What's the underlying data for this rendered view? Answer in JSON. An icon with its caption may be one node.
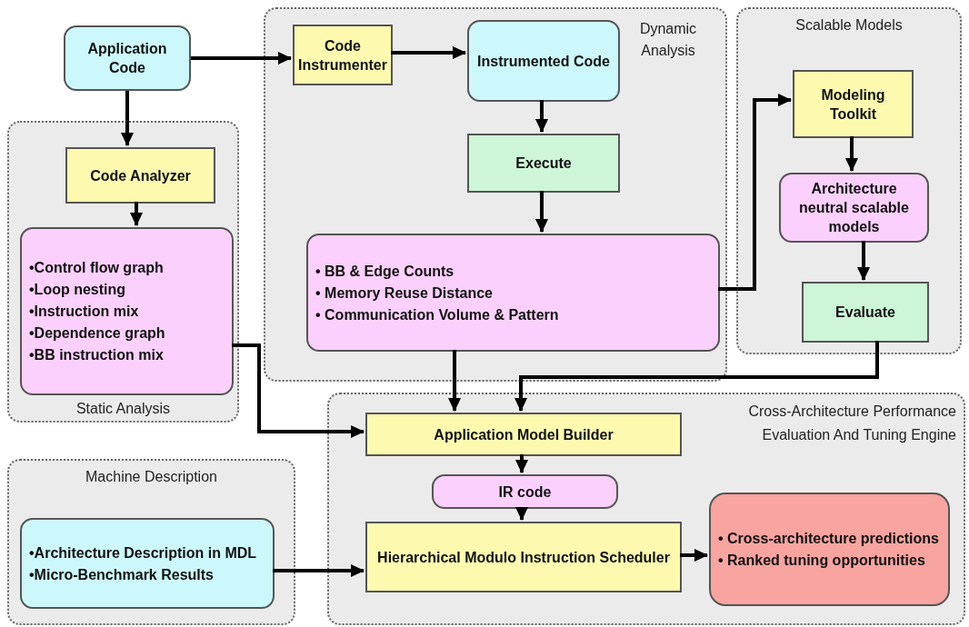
{
  "diagram": {
    "nodes": [
      {
        "text": [
          "Static Analysis"
        ]
      },
      {
        "text": [
          "Dynamic Analysis"
        ]
      },
      {
        "text": [
          "Scalable Models"
        ]
      },
      {
        "text": [
          "Cross-Architecture Performance Evaluation And Tuning Engine"
        ]
      },
      {
        "text": [
          "Machine Description"
        ]
      },
      {
        "text": [
          "Application Code"
        ]
      },
      {
        "text": [
          "Code Analyzer"
        ],
        "in": 0
      },
      {
        "text": [
          "•Control flow graph",
          "•Loop nesting",
          "•Instruction mix",
          "•Dependence graph",
          "•BB instruction mix"
        ],
        "in": 0
      },
      {
        "text": [
          "Code Instrumenter"
        ],
        "in": 1
      },
      {
        "text": [
          "Instrumented Code"
        ],
        "in": 1
      },
      {
        "text": [
          "Execute"
        ],
        "in": 1
      },
      {
        "text": [
          "• BB & Edge Counts",
          "• Memory Reuse Distance",
          "• Communication Volume & Pattern"
        ],
        "in": 1
      },
      {
        "text": [
          "Modeling Toolkit"
        ],
        "in": 2
      },
      {
        "text": [
          "Architecture neutral scalable models"
        ],
        "in": 2
      },
      {
        "text": [
          "Evaluate"
        ],
        "in": 2
      },
      {
        "text": [
          "Application Model Builder"
        ],
        "in": 3
      },
      {
        "text": [
          "IR code"
        ],
        "in": 3
      },
      {
        "text": [
          "Hierarchical Modulo Instruction Scheduler"
        ],
        "in": 3
      },
      {
        "text": [
          "• Cross-architecture predictions",
          "• Ranked tuning opportunities"
        ],
        "in": 3
      },
      {
        "text": [
          "•Architecture Description in MDL",
          "•Micro-Benchmark Results"
        ],
        "in": 4
      }
    ],
    "edges": [
      {
        "from": 5,
        "to": 8,
        "arrow": "to"
      },
      {
        "from": 8,
        "to": 9,
        "arrow": "to"
      },
      {
        "from": 9,
        "to": 10,
        "arrow": "to"
      },
      {
        "from": 10,
        "to": 11,
        "arrow": "to"
      },
      {
        "from": 5,
        "to": 6,
        "arrow": "to"
      },
      {
        "from": 6,
        "to": 7,
        "arrow": "to"
      },
      {
        "from": 11,
        "to": 12,
        "arrow": "to"
      },
      {
        "from": 12,
        "to": 13,
        "arrow": "to"
      },
      {
        "from": 13,
        "to": 14,
        "arrow": "to"
      },
      {
        "from": 14,
        "to": 15,
        "arrow": "to"
      },
      {
        "from": 11,
        "to": 15,
        "arrow": "to"
      },
      {
        "from": 7,
        "to": 15,
        "arrow": "to"
      },
      {
        "from": 15,
        "to": 16,
        "arrow": "to"
      },
      {
        "from": 16,
        "to": 17,
        "arrow": "to"
      },
      {
        "from": 19,
        "to": 17,
        "arrow": "to"
      },
      {
        "from": 17,
        "to": 18,
        "arrow": "to"
      }
    ]
  }
}
